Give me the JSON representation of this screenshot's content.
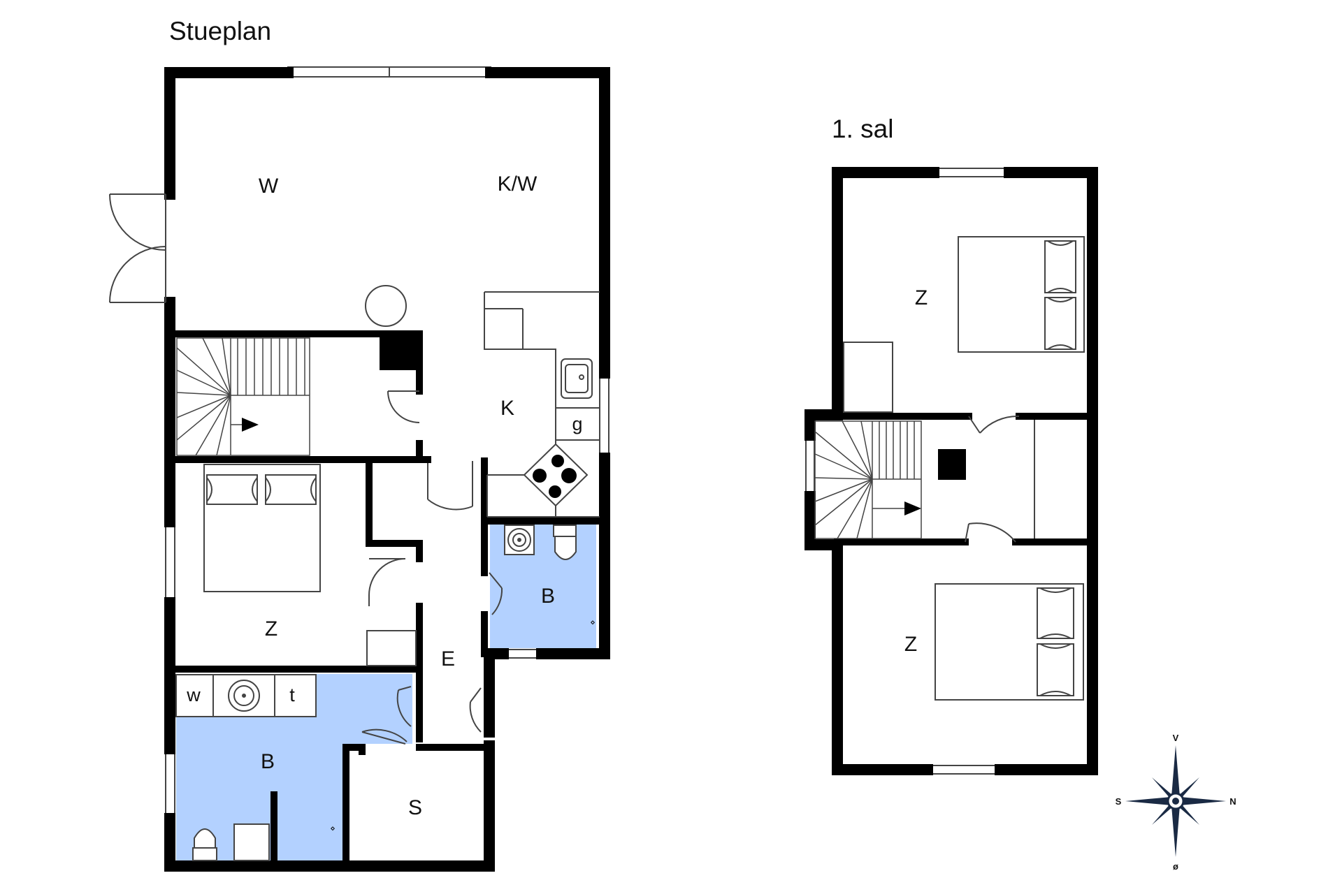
{
  "floors": {
    "ground": {
      "title": "Stueplan",
      "rooms": {
        "living": "W",
        "kitchen_living": "K/W",
        "kitchen": "K",
        "bedroom": "Z",
        "bath_large": "B",
        "bath_small": "B",
        "entrance": "E",
        "storage": "S"
      },
      "fixtures": {
        "washer": "w",
        "dryer": "t",
        "dishwasher": "g"
      }
    },
    "first": {
      "title": "1. sal",
      "rooms": {
        "bedroom_upper": "Z",
        "bedroom_lower": "Z"
      }
    }
  },
  "compass": {
    "north": "N",
    "south": "S",
    "west": "V",
    "east": "ø"
  },
  "colors": {
    "wall": "#000000",
    "bath_fill": "#b3d1ff",
    "line": "#444444"
  }
}
